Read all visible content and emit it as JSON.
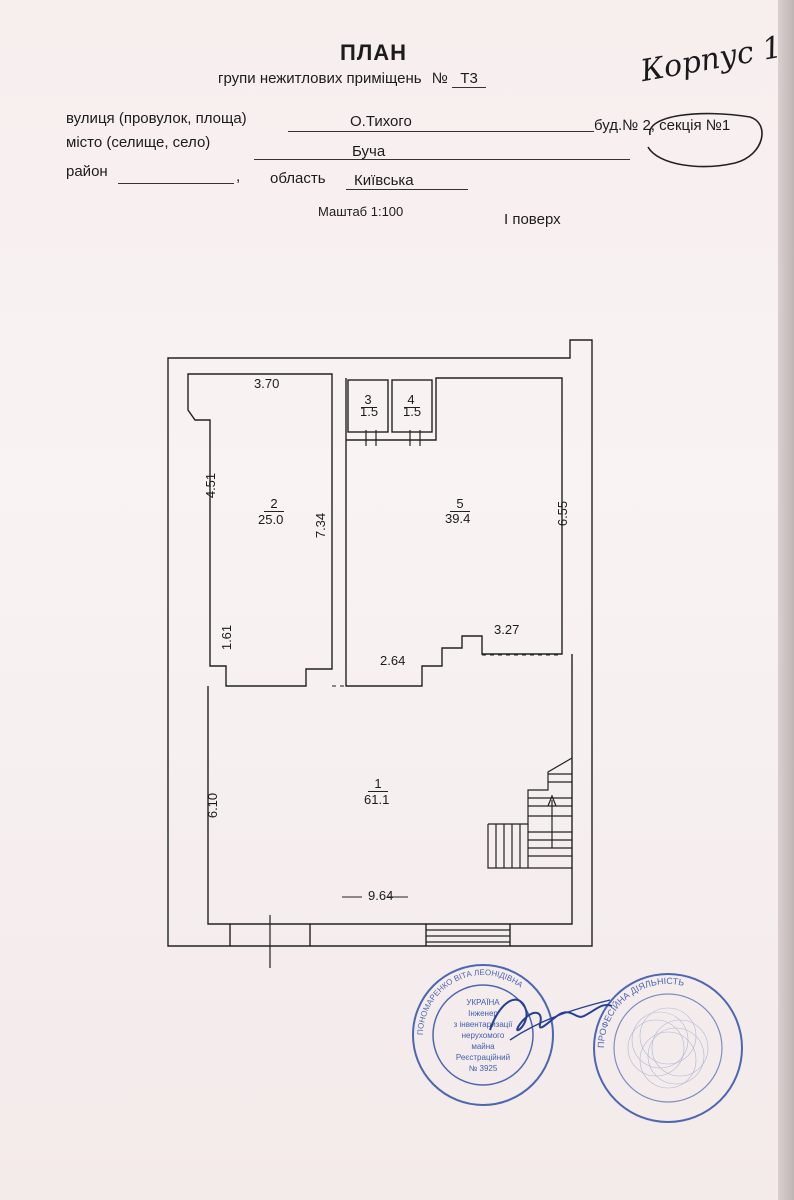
{
  "header": {
    "title": "ПЛАН",
    "subtitle": "групи нежитлових приміщень",
    "number_prefix": "№",
    "number_value": "Т3",
    "handwritten_note": "Корпус 1"
  },
  "address": {
    "street_label": "вулиця (провулок, площа)",
    "street_value": "О.Тихого",
    "building_text": "буд.№ 2, секція №1",
    "city_label": "місто (селище, село)",
    "city_value": "Буча",
    "district_label": "район",
    "district_value": "",
    "district_sep": ",",
    "region_label": "область",
    "region_value": "Київська"
  },
  "plan_meta": {
    "scale": "Маштаб 1:100",
    "floor": "І поверх"
  },
  "rooms": [
    {
      "number": "1",
      "area": "61.1"
    },
    {
      "number": "2",
      "area": "25.0"
    },
    {
      "number": "3",
      "area": "1.5"
    },
    {
      "number": "4",
      "area": "1.5"
    },
    {
      "number": "5",
      "area": "39.4"
    }
  ],
  "dimensions": {
    "room2_width": "3.70",
    "room2_left_upper": "4.51",
    "room2_right": "7.34",
    "room2_left_lower": "1.61",
    "room5_right": "6.55",
    "room5_stair_width": "3.27",
    "opening_width": "2.64",
    "room1_height": "6.10",
    "room1_width": "9.64"
  },
  "stamps": {
    "left_stamp": {
      "lines": [
        "УКРАЇНА",
        "Інженер",
        "з інвентаризації",
        "нерухомого",
        "майна",
        "Реєстраційний",
        "№ 3925"
      ],
      "ring_text": "ПОНОМАРЕНКО ВІТА ЛЕОНІДІВНА"
    },
    "right_stamp": {
      "ring_text": "ПРОФЕСІЙНА ДІЯЛЬНІСТЬ"
    }
  },
  "colors": {
    "paper": "#f5ecec",
    "ink": "#1c1c1c",
    "stamp_blue": "#2f4fa8"
  }
}
